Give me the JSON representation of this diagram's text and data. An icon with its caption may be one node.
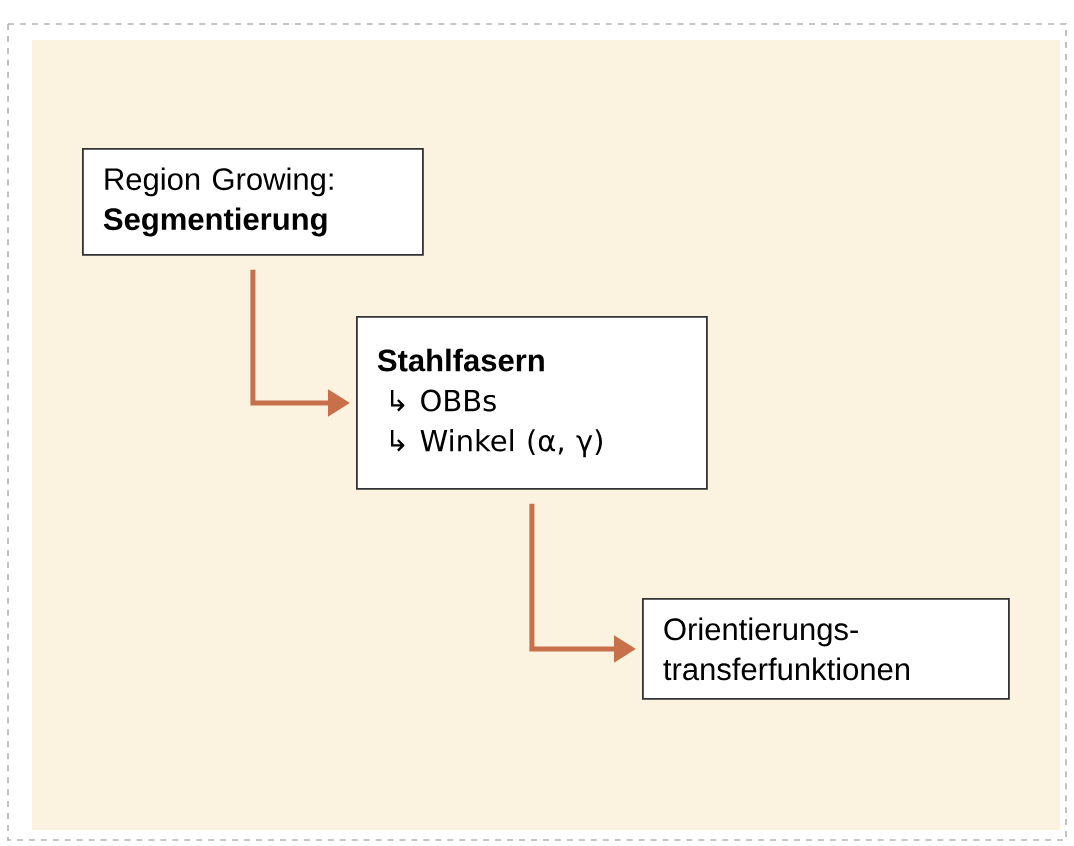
{
  "diagram": {
    "nodes": [
      {
        "text": [
          "Region Growing:",
          "Segmentierung"
        ]
      },
      {
        "text": [
          "Stahlfasern",
          "↳ OBBs",
          "↳ Winkel (α, γ)"
        ]
      },
      {
        "text": [
          "Orientierungs- transferfunktionen"
        ]
      }
    ],
    "edges": [
      {
        "from": 0,
        "to": 1,
        "arrow": "to"
      },
      {
        "from": 1,
        "to": 2,
        "arrow": "to"
      }
    ]
  }
}
